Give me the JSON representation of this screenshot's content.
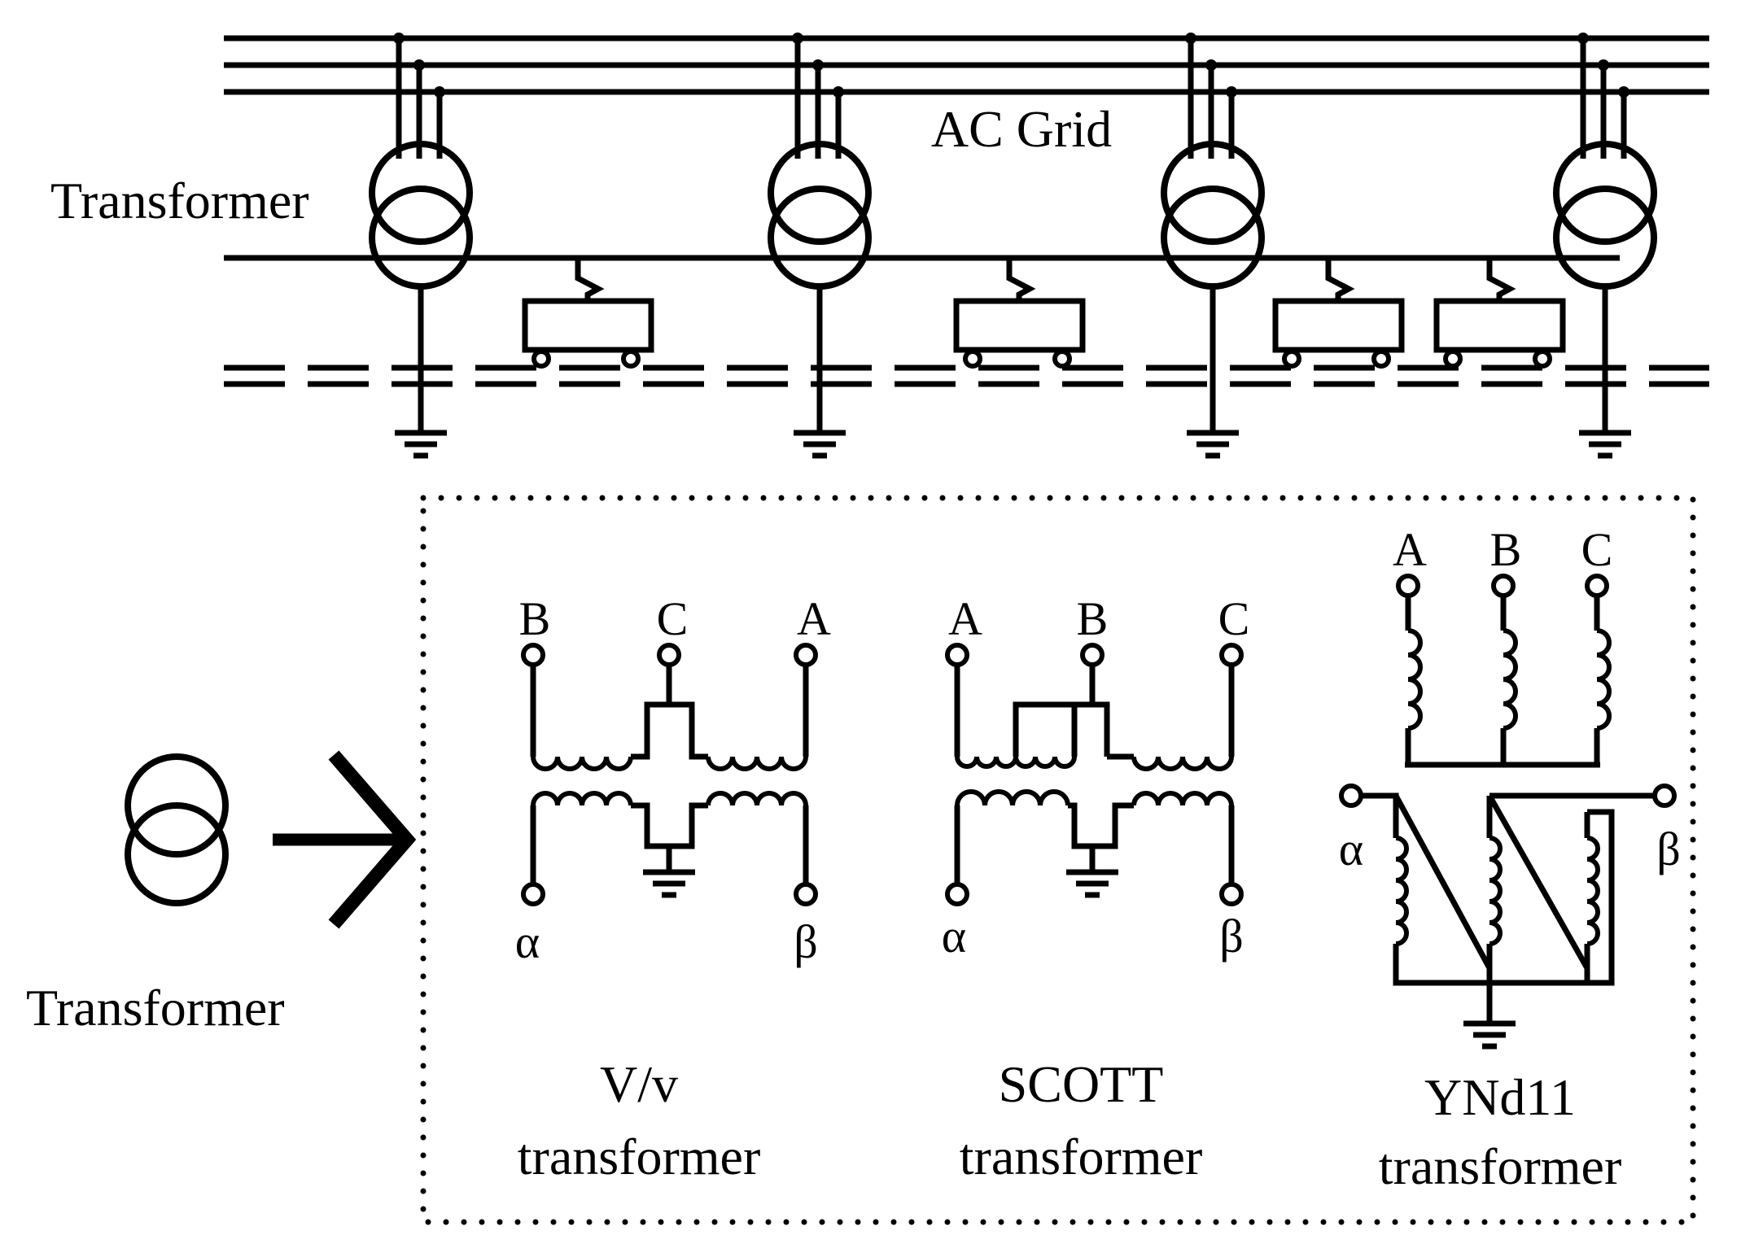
{
  "grid": {
    "label": "AC Grid"
  },
  "substation": {
    "label": "Transformer"
  },
  "legend": {
    "label": "Transformer"
  },
  "vv": {
    "top": [
      "B",
      "C",
      "A"
    ],
    "bottom": [
      "α",
      "β"
    ],
    "title": "V/v",
    "subtitle": "transformer"
  },
  "scott": {
    "top": [
      "A",
      "B",
      "C"
    ],
    "bottom": [
      "α",
      "β"
    ],
    "title": "SCOTT",
    "subtitle": "transformer"
  },
  "ynd11": {
    "top": [
      "A",
      "B",
      "C"
    ],
    "bottom": [
      "α",
      "β"
    ],
    "title": "YNd11",
    "subtitle": "transformer"
  }
}
